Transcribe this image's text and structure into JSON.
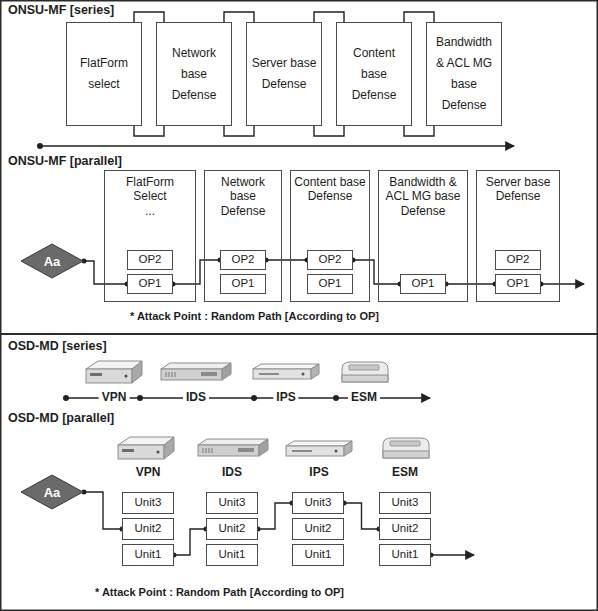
{
  "diagram": {
    "nodes": [
      {
        "text": [
          "FlatForm select"
        ]
      },
      {
        "text": [
          "Network base Defense"
        ]
      },
      {
        "text": [
          "Server base Defense"
        ]
      },
      {
        "text": [
          "Content base Defense"
        ]
      },
      {
        "text": [
          "Bandwidth & ACL MG base Defense"
        ]
      },
      {
        "text": [
          "Aa"
        ]
      },
      {
        "text": [
          "FlatForm Select",
          "..."
        ]
      },
      {
        "text": [
          "OP2"
        ],
        "in": 6
      },
      {
        "text": [
          "OP1"
        ],
        "in": 6
      },
      {
        "text": [
          "Network base Defense"
        ]
      },
      {
        "text": [
          "OP2"
        ],
        "in": 9
      },
      {
        "text": [
          "OP1"
        ],
        "in": 9
      },
      {
        "text": [
          "Content base Defense"
        ]
      },
      {
        "text": [
          "OP2"
        ],
        "in": 12
      },
      {
        "text": [
          "OP1"
        ],
        "in": 12
      },
      {
        "text": [
          "Bandwidth & ACL MG base Defense"
        ]
      },
      {
        "text": [
          "OP1"
        ],
        "in": 15
      },
      {
        "text": [
          "Server base Defense"
        ]
      },
      {
        "text": [
          "OP2"
        ],
        "in": 17
      },
      {
        "text": [
          "OP1"
        ],
        "in": 17
      },
      {
        "text": [
          "Aa"
        ]
      },
      {
        "text": [
          "Unit3"
        ]
      },
      {
        "text": [
          "Unit2"
        ]
      },
      {
        "text": [
          "Unit1"
        ]
      },
      {
        "text": [
          "Unit3"
        ]
      },
      {
        "text": [
          "Unit2"
        ]
      },
      {
        "text": [
          "Unit1"
        ]
      },
      {
        "text": [
          "Unit3"
        ]
      },
      {
        "text": [
          "Unit2"
        ]
      },
      {
        "text": [
          "Unit1"
        ]
      },
      {
        "text": [
          "Unit3"
        ]
      },
      {
        "text": [
          "Unit2"
        ]
      },
      {
        "text": [
          "Unit1"
        ]
      }
    ],
    "edges": [
      {
        "from": 0,
        "to": 1,
        "arrow": "none"
      },
      {
        "from": 1,
        "to": 2,
        "arrow": "none"
      },
      {
        "from": 2,
        "to": 3,
        "arrow": "none"
      },
      {
        "from": 3,
        "to": 4,
        "arrow": "none"
      },
      {
        "from": 5,
        "to": 8,
        "arrow": "none"
      },
      {
        "from": 8,
        "to": 10,
        "arrow": "none"
      },
      {
        "from": 10,
        "to": 13,
        "arrow": "none"
      },
      {
        "from": 13,
        "to": 16,
        "arrow": "none"
      },
      {
        "from": 16,
        "to": 19,
        "arrow": "none"
      },
      {
        "from": 20,
        "to": 22,
        "arrow": "none"
      },
      {
        "from": 23,
        "to": 25,
        "arrow": "none"
      },
      {
        "from": 25,
        "to": 27,
        "arrow": "none"
      },
      {
        "from": 27,
        "to": 31,
        "arrow": "none"
      }
    ],
    "labels": [
      "ONSU-MF [series]",
      "ONSU-MF [parallel]",
      "* Attack Point : Random Path [According to OP]",
      "OSD-MD [series]",
      "VPN",
      "IDS",
      "IPS",
      "ESM",
      "OSD-MD [parallel]",
      "VPN",
      "IDS",
      "IPS",
      "ESM",
      "* Attack Point : Random Path [According to OP]"
    ]
  }
}
